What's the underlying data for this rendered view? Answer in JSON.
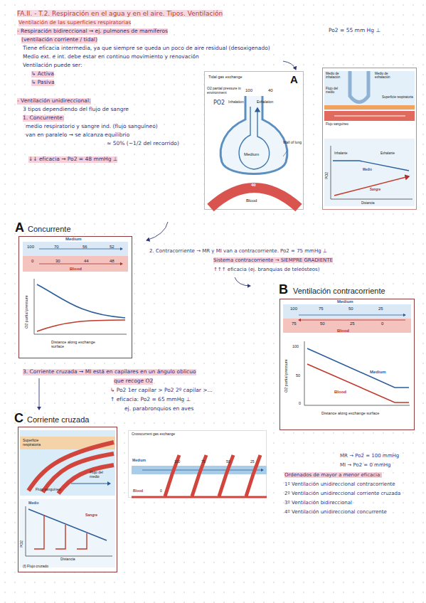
{
  "diagram": {
    "title": "FA.II. - T.2. Respiración en el agua y en el aire. Tipos. Ventilación",
    "nodes": [
      {
        "text": [
          "Tidal gas exchange",
          "A"
        ]
      },
      {
        "text": [
          "B"
        ]
      },
      {
        "text": [
          "A",
          "Concurrente"
        ]
      },
      {
        "text": [
          "B",
          "Ventilación contracorriente"
        ]
      },
      {
        "text": [
          "C",
          "Corriente cruzada"
        ]
      },
      {
        "text": [
          "Crosscurrent gas exchange"
        ]
      }
    ],
    "labels": [
      "Ventilación de las superficies respiratorias",
      "- Respiración bidireccional → ej. pulmones de mamíferos",
      "Po2 = 55 mm Hg ⊥",
      "(ventilación corriente / tidal)",
      "Tiene eficacia intermedia, ya que siempre se queda un poco de aire residual (desoxigenado)",
      "Medio ext. e int. debe estar en continuo movimiento y renovación",
      "Ventilación puede ser:",
      "↳ Activa",
      "↳ Pasiva",
      "- Ventilación unidireccional:",
      "3 tipos dependiendo del flujo de sangre",
      "1. Concurrente:",
      "medio respiratorio y sangre ind. (flujo sanguíneo)",
      "van en paralelo → se alcanza equilibrio",
      "≈ 50% (~1/2 del recorrido)",
      "↓↓ eficacia → Po2 = 48 mmHg ⊥",
      "O2 partial pressure in environment",
      "100",
      "40",
      "PO2",
      "Inhalation",
      "Exhalation",
      "Medium",
      "Wall of lung",
      "40",
      "Blood",
      "Medio de inhalación",
      "Medio de exhalación",
      "Flujo del medio",
      "Superficie respiratoria",
      "Flujo sanguíneo",
      "Inhalante",
      "Exhalante",
      "Medio",
      "Sangre",
      "PO2",
      "Distancia",
      "Medium",
      "100",
      "70",
      "56",
      "52",
      "0",
      "30",
      "44",
      "48",
      "Blood",
      "O2 partial pressure",
      "Distance along exchange surface",
      "2. Contracorriente → MR y MI van a contracorriente. Po2 = 75 mmHg ⊥",
      "Sistema contracorriente → SIEMPRE GRADIENTE",
      "↑↑↑ eficacia (ej. branquias de teleósteos)",
      "Medium",
      "100",
      "75",
      "50",
      "25",
      "75",
      "50",
      "25",
      "0",
      "Blood",
      "100",
      "50",
      "0",
      "O2 partial pressure",
      "Medium",
      "Blood",
      "Distance along exchange surface",
      "3. Corriente cruzada → MI está en capilares en un ángulo oblicuo",
      "que recoge O2",
      "↳ Po2 1er capilar > Po2 2º capilar >...",
      "↑ eficacia: Po2 = 65 mmHg ⊥",
      "ej. parabronquios en aves",
      "Superficie respiratoria",
      "Flujo del medio",
      "Flujo sanguíneo",
      "Medio",
      "Sangre",
      "PO2",
      "Distancia",
      "(f) Flujo cruzado",
      "Medium",
      "100",
      "75",
      "50",
      "25",
      "Blood",
      "0",
      "MR → Po2 = 100 mmHg",
      "MI → Po2 = 0 mmHg",
      "Ordenados de mayor a menor eficacia:",
      "1º Ventilación unidireccional contracorriente",
      "2º Ventilación unidireccional corriente cruzada",
      "3º Ventilación bidireccional",
      "4º Ventilación unidireccional concurrente"
    ]
  }
}
